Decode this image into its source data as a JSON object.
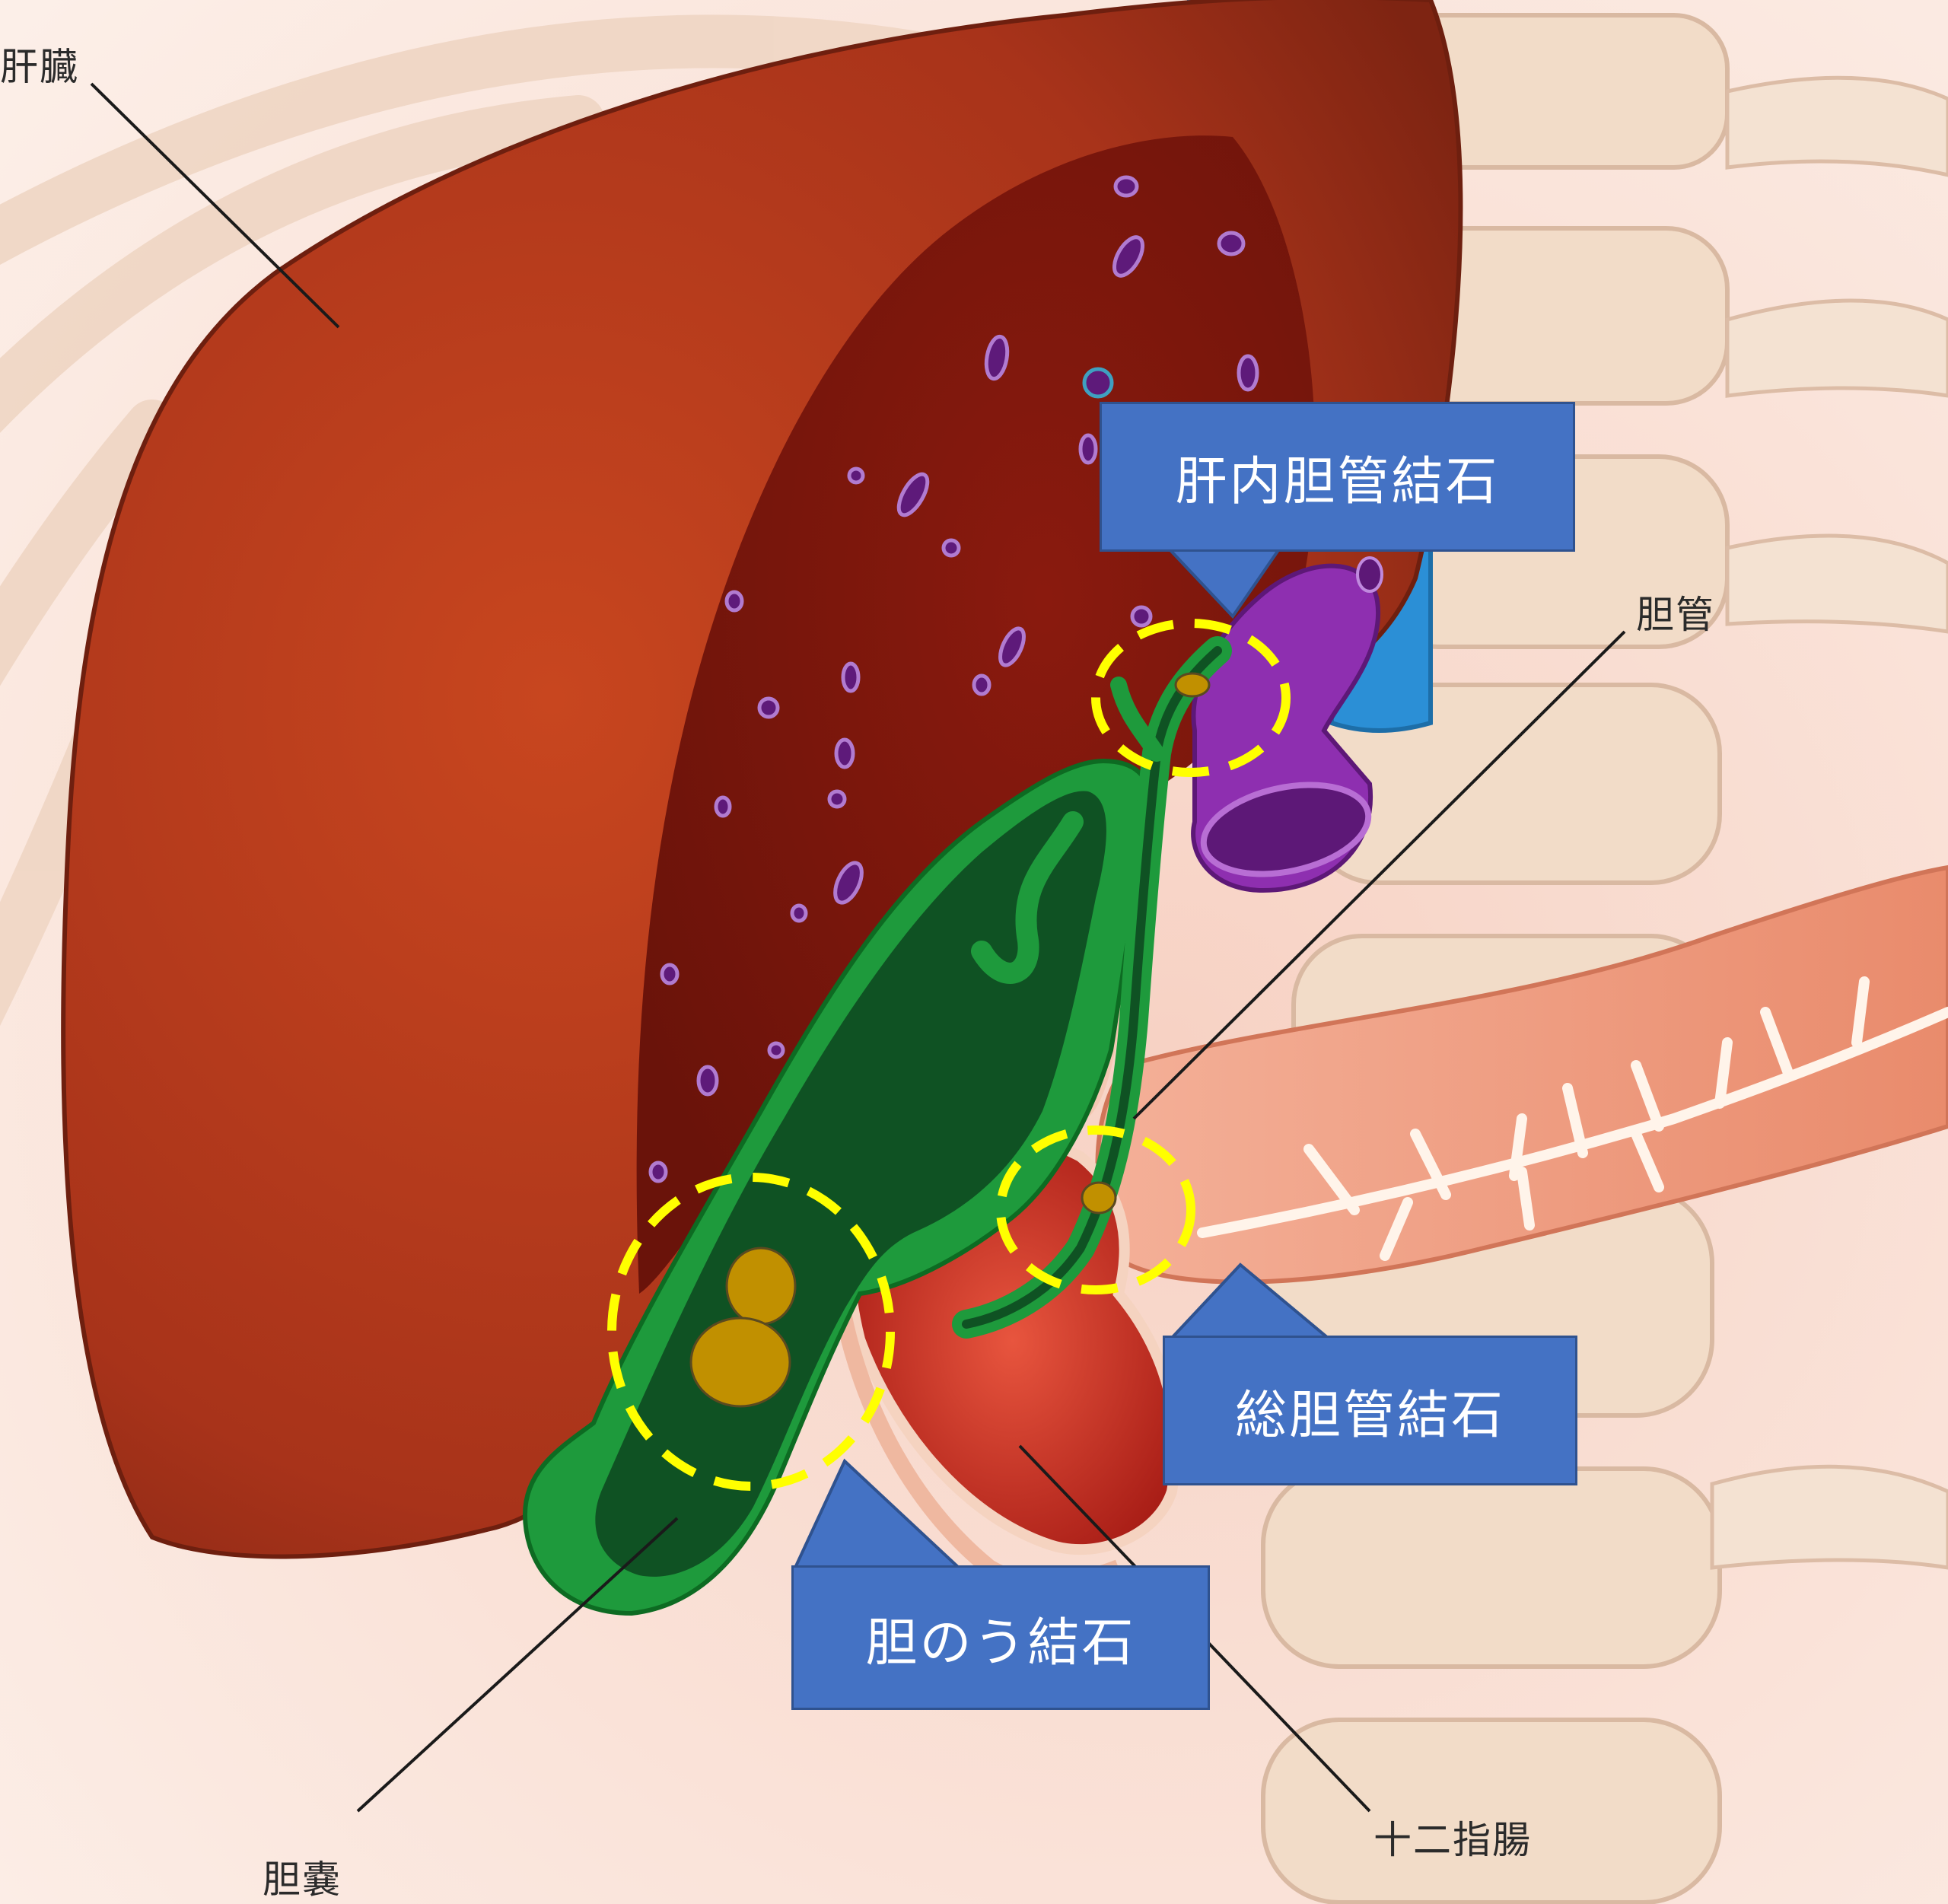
{
  "labels": {
    "liver": "肝臓",
    "bile_duct": "胆管",
    "duodenum": "十二指腸",
    "gallbladder": "胆嚢"
  },
  "callouts": {
    "intrahepatic": "肝内胆管結石",
    "common_bile_duct": "総胆管結石",
    "gallbladder": "胆のう結石"
  },
  "colors": {
    "callout_fill": "#4472c4",
    "callout_border": "#2f528f",
    "highlight_circle": "#ffff00",
    "stone": "#c19000",
    "liver": "#b03a1c",
    "gallbladder": "#1e9a3c",
    "portal_vein": "#8e2fb0",
    "vena_cava": "#2b8fd6",
    "pancreas": "#f2a285",
    "duodenum": "#d83c2a"
  }
}
